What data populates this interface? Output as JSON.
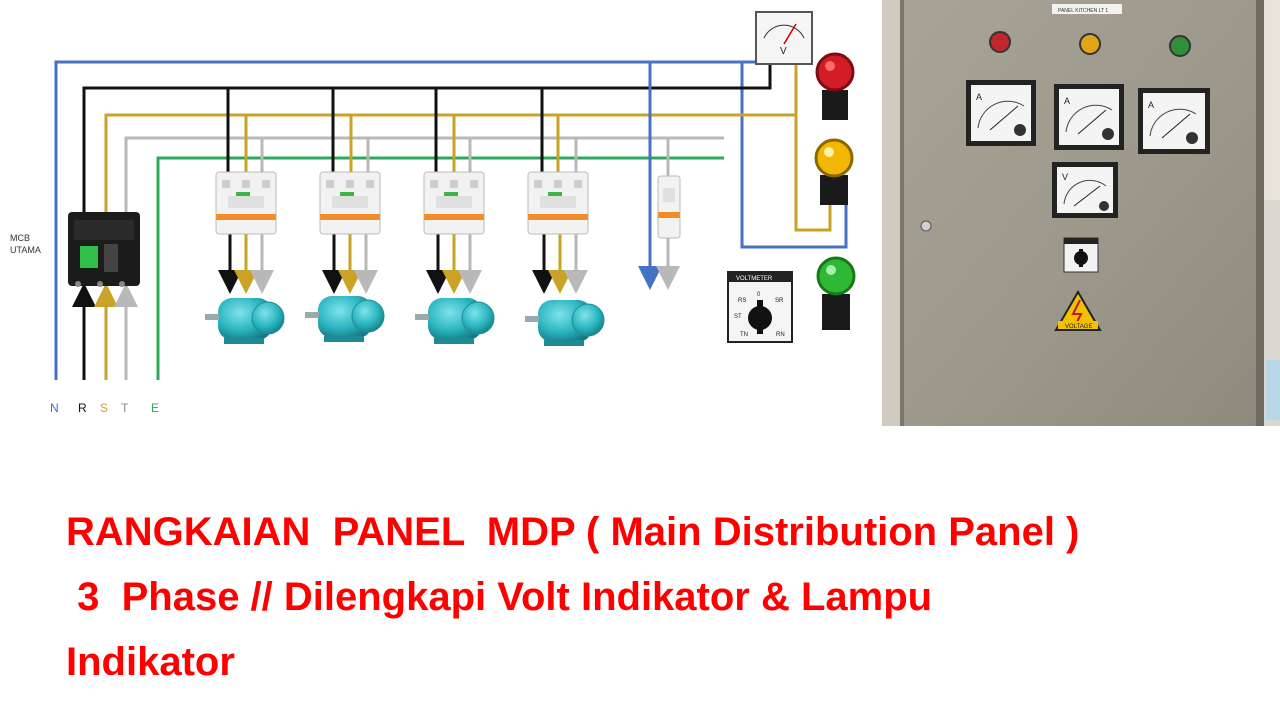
{
  "diagram": {
    "mcb_label_line1": "MCB",
    "mcb_label_line2": "UTAMA",
    "phase_labels": [
      "N",
      "R",
      "S",
      "T",
      "E"
    ],
    "voltmeter_selector_label": "VOLTMETER",
    "selector_positions": [
      "0",
      "RS",
      "SR",
      "ST",
      "TN",
      "RN"
    ],
    "meter_letter": "V"
  },
  "panel_photo": {
    "panel_tag": "PANEL KITCHEN LT 1",
    "ammeter_letter": "A",
    "voltmeter_letter": "V",
    "warning_sign_text": "VOLTAGE"
  },
  "title": {
    "line1": "RANGKAIAN  PANEL  MDP ( Main Distribution Panel )",
    "line2": " 3  Phase // Dilengkapi Volt Indikator & Lampu",
    "line3": "Indikator"
  },
  "colors": {
    "neutral_blue": "#4472c4",
    "phase_r_black": "#111111",
    "phase_s_gold": "#c9a227",
    "phase_t_grey": "#b8b8b8",
    "earth_green": "#2eaa5c",
    "title_red": "#ff0000",
    "motor_teal": "#2ab5c0"
  }
}
